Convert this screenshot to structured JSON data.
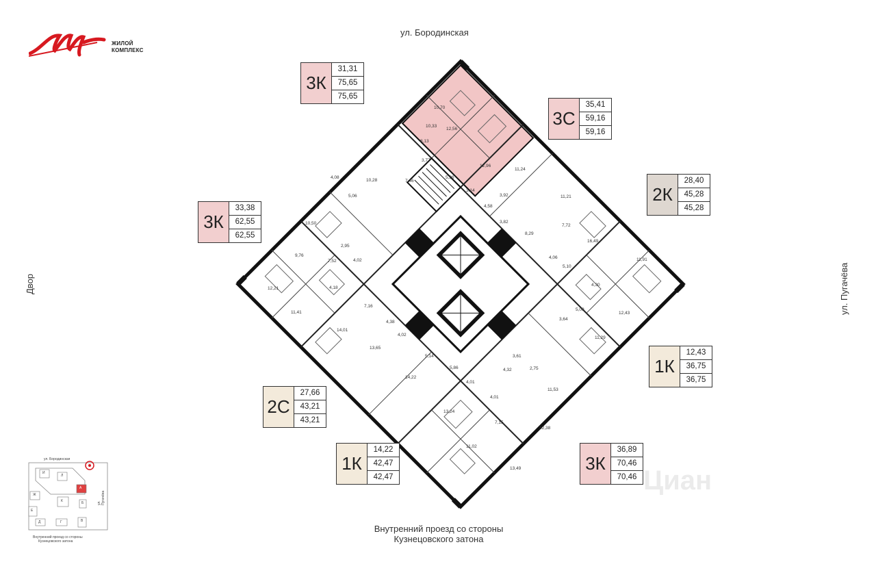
{
  "logo": {
    "script": "Мир",
    "line1": "ЖИЛОЙ",
    "line2": "КОМПЛЕКС",
    "brand_color": "#d71920"
  },
  "streets": {
    "top": "ул. Бородинская",
    "left": "Двор",
    "right": "ул. Пугачёва",
    "bottom_line1": "Внутренний проезд со стороны",
    "bottom_line2": "Кузнецовского затона"
  },
  "apartments": [
    {
      "id": "a1",
      "type": "3К",
      "values": [
        "31,31",
        "75,65",
        "75,65"
      ],
      "style": "pink"
    },
    {
      "id": "a2",
      "type": "3С",
      "values": [
        "35,41",
        "59,16",
        "59,16"
      ],
      "style": "pink"
    },
    {
      "id": "a3",
      "type": "2К",
      "values": [
        "28,40",
        "45,28",
        "45,28"
      ],
      "style": "gray"
    },
    {
      "id": "a4",
      "type": "3К",
      "values": [
        "33,38",
        "62,55",
        "62,55"
      ],
      "style": "pink"
    },
    {
      "id": "a5",
      "type": "1К",
      "values": [
        "12,43",
        "36,75",
        "36,75"
      ],
      "style": "beige"
    },
    {
      "id": "a6",
      "type": "2С",
      "values": [
        "27,66",
        "43,21",
        "43,21"
      ],
      "style": "beige"
    },
    {
      "id": "a7",
      "type": "1К",
      "values": [
        "14,22",
        "42,47",
        "42,47"
      ],
      "style": "beige"
    },
    {
      "id": "a8",
      "type": "3К",
      "values": [
        "36,89",
        "70,46",
        "70,46"
      ],
      "style": "pink"
    }
  ],
  "rooms": [
    "10,70",
    "10,33",
    "12,56",
    "8,13",
    "12,96",
    "11,24",
    "3,77",
    "10,28",
    "4,08",
    "7,46",
    "5,26",
    "5,06",
    "3,14",
    "4,58",
    "3,92",
    "11,21",
    "3,82",
    "7,72",
    "16,49",
    "8,29",
    "10,50",
    "2,95",
    "9,76",
    "7,52",
    "4,02",
    "4,06",
    "5,10",
    "11,91",
    "4,18",
    "12,21",
    "4,30",
    "7,16",
    "11,41",
    "4,38",
    "12,43",
    "5,09",
    "3,64",
    "14,01",
    "4,02",
    "11,29",
    "13,65",
    "5,14",
    "3,61",
    "5,86",
    "4,32",
    "2,75",
    "14,22",
    "4,01",
    "4,01",
    "11,53",
    "13,24",
    "7,15",
    "12,38",
    "11,02",
    "13,49"
  ],
  "mini_map": {
    "street_top": "ул. Бородинская",
    "street_right": "ул. Пугачёва",
    "caption_line1": "Внутренний проезд со стороны",
    "caption_line2": "Кузнецовского затона",
    "sections": [
      "И",
      "Л",
      "Ж",
      "А",
      "К",
      "Б",
      "Е",
      "В",
      "Д",
      "Г"
    ]
  },
  "watermark": "Циан"
}
